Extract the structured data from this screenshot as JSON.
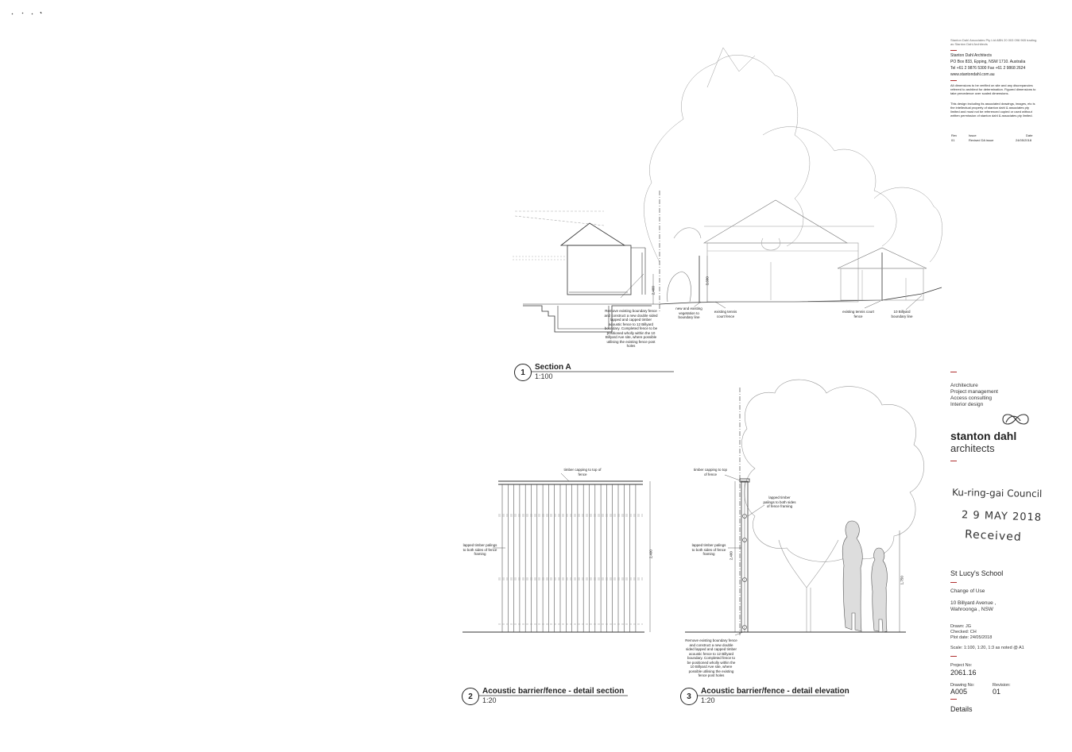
{
  "architect": {
    "tiny_header": "Stanton Dahl Associates Pty Ltd ABN 20 003 096 965 trading as Stanton Dahl Architects",
    "name": "Stanton Dahl Architects",
    "address": "PO Box 833, Epping, NSW 1710. Australia",
    "phone": "Tel +61 2 9876 5300   Fax +61 2 9868 2624",
    "website": "www.stantondahl.com.au",
    "disclaimer_1": "All dimensions to be verified on site and any discrepancies referred to architect for determination. Figured dimensions to take precedence over scaled dimensions.",
    "disclaimer_2": "This design including its associated drawings, images, etc is the intellectual property of stanton dahl & associates pty limited and must not be referenced copied or used without written permission of stanton dahl & associates pty limited.",
    "services": [
      "Architecture",
      "Project management",
      "Access consulting",
      "Interior design"
    ],
    "logo_line1": "stanton dahl",
    "logo_line2": "architects"
  },
  "revisions": {
    "headers": [
      "Rev",
      "Issue",
      "Date"
    ],
    "rows": [
      [
        "01",
        "Revised DA issue",
        "24/05/2018"
      ]
    ]
  },
  "stamp": {
    "council": "Ku-ring-gai Council",
    "date": "2 9  MAY  2018",
    "status": "Received"
  },
  "project": {
    "school": "St Lucy's School",
    "use": "Change of Use",
    "address_1": "10 Billyard Avenue ,",
    "address_2": "Wahroonga , NSW",
    "drawn": "Drawn: JG",
    "checked": "Checked: CH",
    "plot_date": "Plot date: 24/05/2018",
    "scale": "Scale: 1:100, 1:20, 1:3 as noted @ A1",
    "project_no_label": "Project No:",
    "project_no": "2061.16",
    "drawing_no_label": "Drawing No:",
    "drawing_no": "A005",
    "revision_label": "Revision:",
    "revision": "01",
    "sheet_title": "Details"
  },
  "views": [
    {
      "number": "1",
      "title": "Section A",
      "scale": "1:100"
    },
    {
      "number": "2",
      "title": "Acoustic barrier/fence - detail section",
      "scale": "1:20"
    },
    {
      "number": "3",
      "title": "Acoustic barrier/fence - detail elevation",
      "scale": "1:20"
    }
  ],
  "section_a": {
    "remove_note": "Remove existing boundary fence and construct a new double sided lapped and capped timber acoustic fence to 12 Billyard boundary. Completed fence to be positioned wholly within the 10 Billyard Ave site, where possible utilising the existing fence post holes",
    "vegetation_note": "new and existing vegetation to boundary line",
    "tennis_fence_1": "existing tennis court fence",
    "tennis_fence_2": "existing tennis court fence",
    "boundary_note": "10 Billyard boundary line",
    "dim_1": "2,400",
    "dim_2": "3,600"
  },
  "detail_section": {
    "capping": "timber capping to top of fence",
    "palings": "lapped timber palings to both sides of fence framing",
    "height": "2,400"
  },
  "detail_elevation": {
    "capping": "timber capping to top of fence",
    "palings_1": "lapped timber palings to both sides of fence framing",
    "palings_2": "lapped timber palings to both sides of fence framing",
    "height": "2,400",
    "person_height": "1,750",
    "remove_note": "Remove existing boundary fence and construct a new double sided lapped and capped timber acoustic fence to 12 Billyard boundary. Completed fence to be positioned wholly within the 10 Billyard Ave site, where possible utilising the existing fence post holes"
  }
}
